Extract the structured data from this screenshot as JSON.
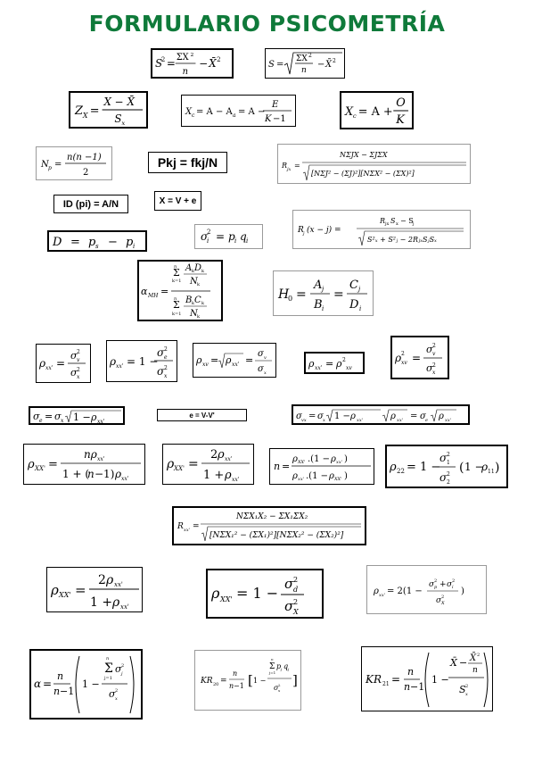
{
  "title": "FORMULARIO PSICOMETRÍA",
  "title_color": "#0f7a3a",
  "formulas": {
    "variance": "S² = ΣX²/n − X̄²",
    "std_dev": "S = √(ΣX²/n − X̄²)",
    "z_score": "Zₓ = (X − X̄)/Sₓ",
    "corrected_score": "X꜀ = A − Aₐ = A − E/(K−1)",
    "corrected_score_2": "X꜀ = A + O/K",
    "pairs": "Nₚ = n(n−1)/2",
    "p_kj": "Pkj = fkj/N",
    "r_jx": "Rⱼₓ = (NΣJX − ΣJΣX)/√([NΣJ² − (ΣJ)²][NΣX² − (ΣX)²])",
    "id_pi": "ID (pi) = A/N",
    "x_v_e": "X = V + e",
    "r_j_x_minus_j": "Rⱼ(x − j) = (RⱼₓSₓ − Sⱼ)/√(Sₓ² + Sⱼ² − 2RⱼₓSⱼSₓ)",
    "d_discrimination": "D = pₛ − pᵢ",
    "sigma_i": "σᵢ² = pᵢqᵢ",
    "alpha_mh": "α_MH = (Σ AₖDₖ/Nₖ)/(Σ BₖCₖ/Nₖ)",
    "h0": "H₀ = Aⱼ/Bᵢ = Cⱼ/Dᵢ",
    "rxx_true": "ρxx' = σv²/σx²",
    "rxx_error": "ρxx' = 1 − σe²/σx²",
    "rxv": "ρxv = √ρxx' = σv/σx",
    "rxx_rxv2": "ρxx' = ρ²xv",
    "rxv2": "ρ²xv = σv²/σx²",
    "sigma_e": "σe = σx√(1 − ρxx')",
    "e_vv": "e = V-V'",
    "sigma_vx": "σvx = σx√(1 − ρxx')√ρxx' = σe√ρxx'",
    "spearman_brown": "ρXX' = nρxx'/(1 + (n − 1)ρxx')",
    "split_half": "ρXX' = 2ρxx'/(1 + ρxx')",
    "n_length": "n = ρXX'(1 − ρxx')/ρxx'(1 − ρXX')",
    "r22": "ρ22 = 1 − σ1²/σ2² (1 − ρ11)",
    "rxx_pearson": "Rxx' = (NΣX₁X₂ − ΣX₁ΣX₂)/√([NΣX₁² − (ΣX₁)²][NΣX₂² − (ΣX₂)²])",
    "split_half_big": "ρXX' = 2ρxx'/(1 + ρxx')",
    "rulon": "ρXX' = 1 − σd²/σX²",
    "flanagan": "ρxx' = 2(1 − (σp² + σi²)/σX²)",
    "cronbach": "α = n/(n−1) (1 − Σσⱼ²/σₓ²)",
    "kr20": "KR₂₀ = n/(n−1) [1 − Σpⱼqⱼ/σₓ²]",
    "kr21": "KR₂₁ = n/(n−1) (1 − (X̄ − X̄²/n)/Sₓ²)"
  },
  "id_pi_label": "ID (pi) = A/N",
  "x_v_e_label": "X = V + e",
  "e_vv_label": "e = V-V'",
  "p_kj_label": "Pkj = fkj/N"
}
